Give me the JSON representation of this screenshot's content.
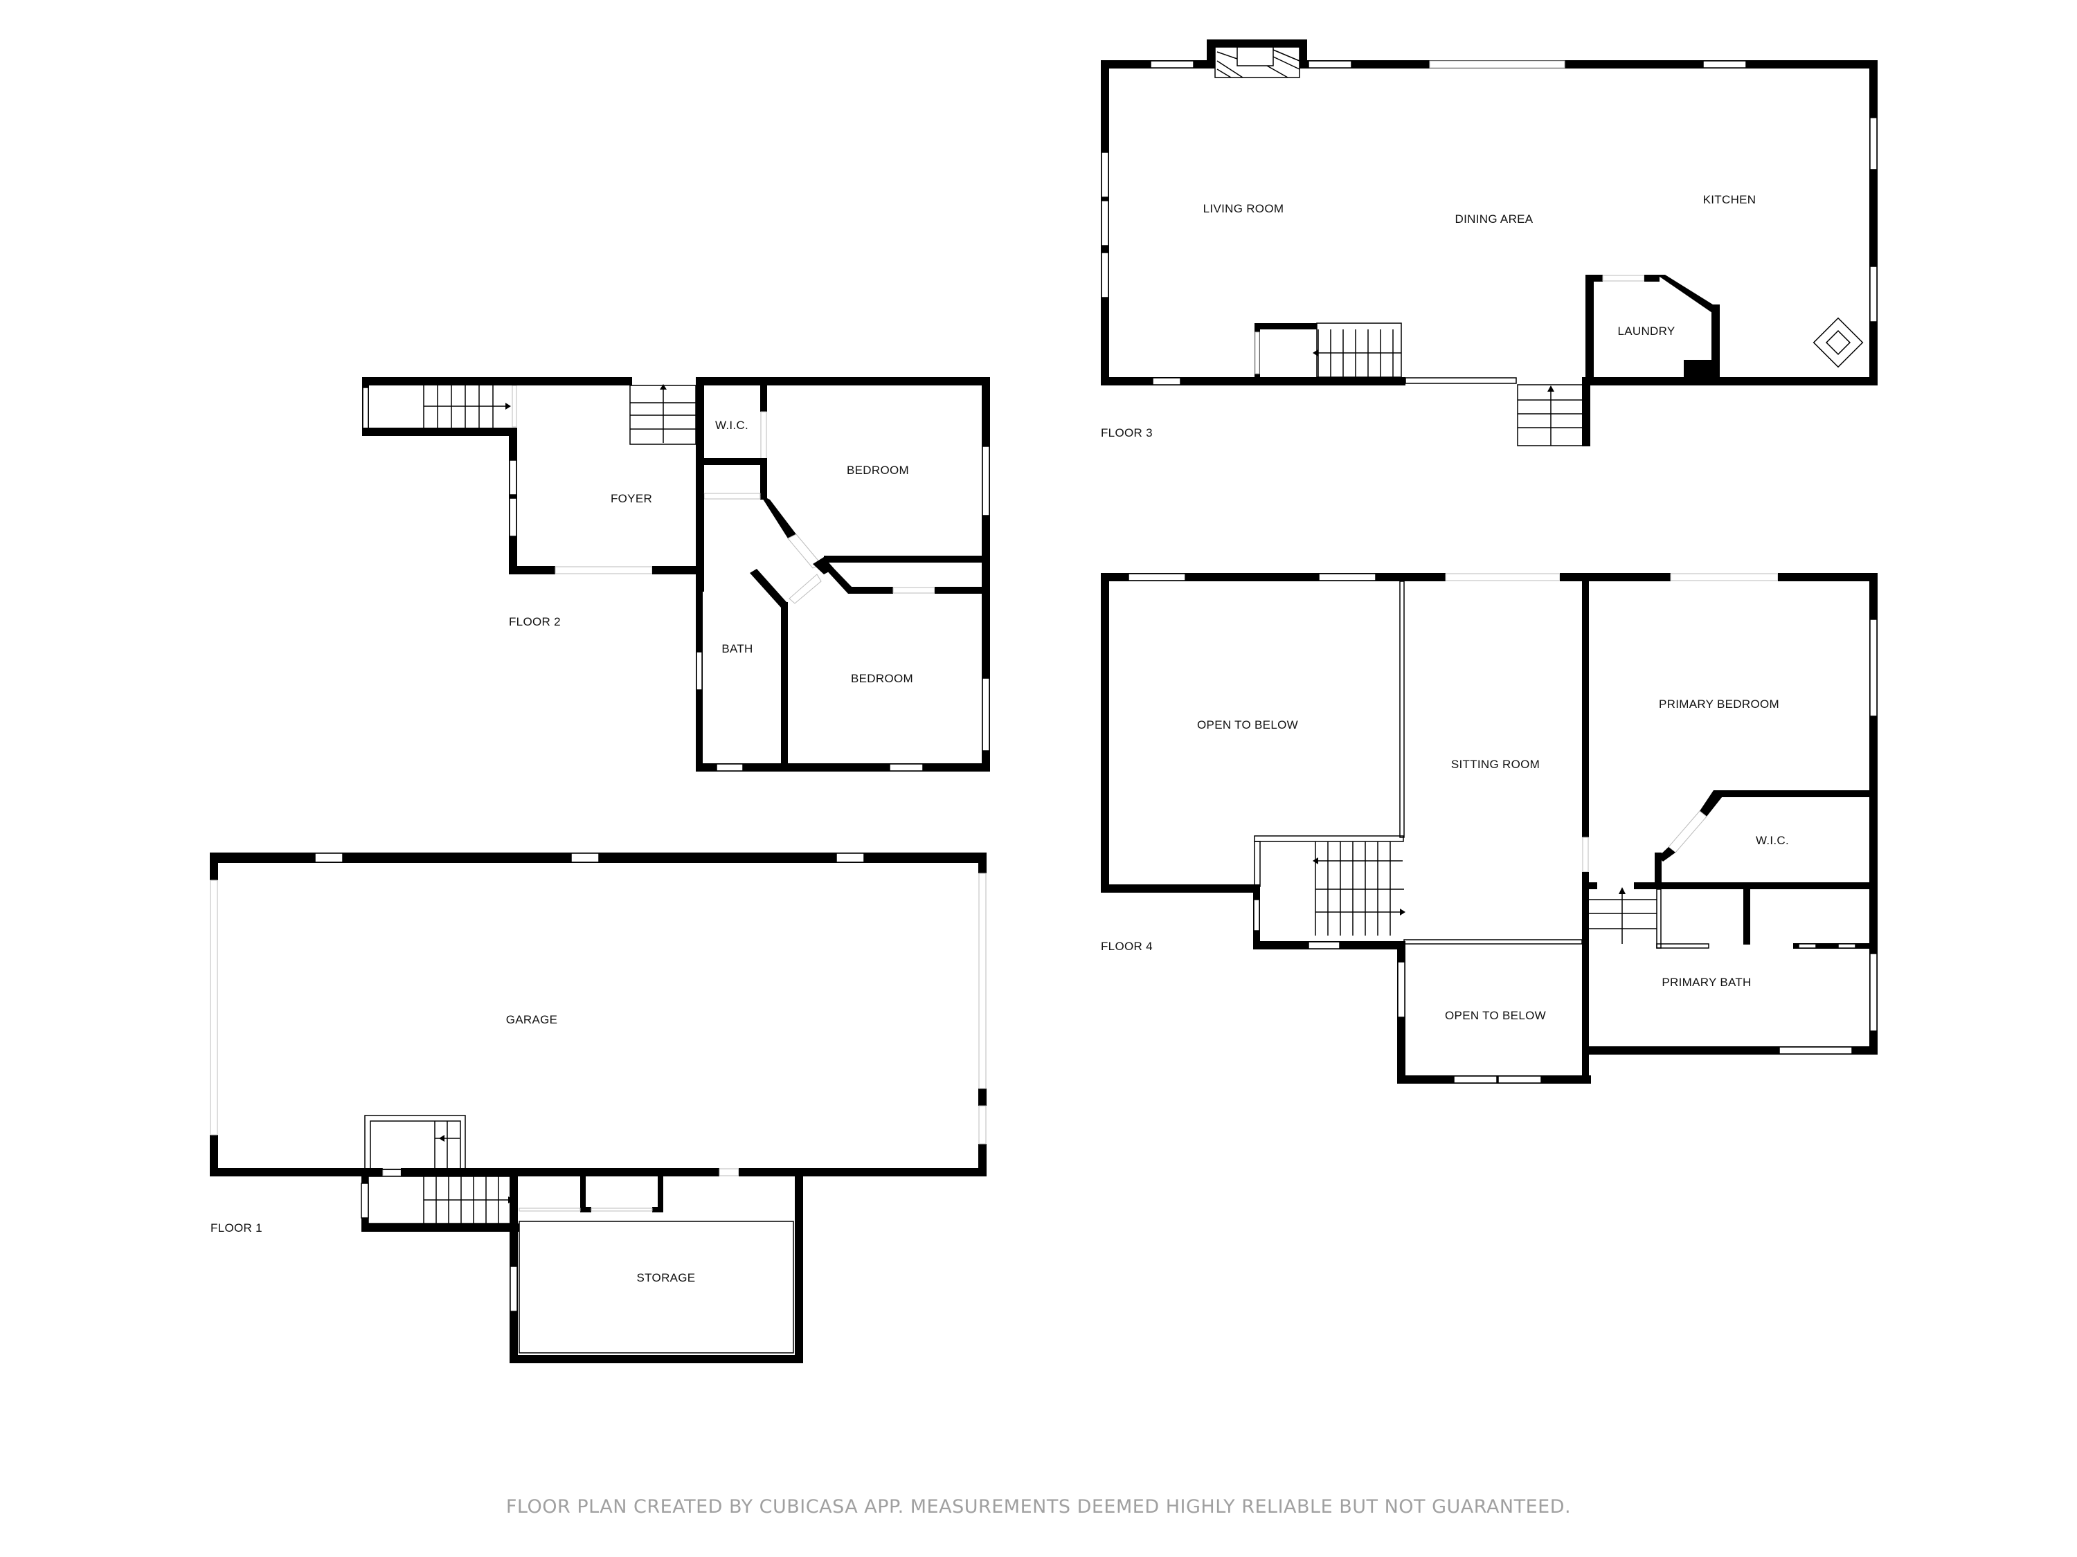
{
  "floors": [
    {
      "id": "floor1",
      "label": "FLOOR 1",
      "rooms": [
        {
          "name": "GARAGE"
        },
        {
          "name": "STORAGE"
        }
      ]
    },
    {
      "id": "floor2",
      "label": "FLOOR 2",
      "rooms": [
        {
          "name": "FOYER"
        },
        {
          "name": "W.I.C."
        },
        {
          "name": "BEDROOM"
        },
        {
          "name": "BATH"
        },
        {
          "name": "BEDROOM"
        }
      ]
    },
    {
      "id": "floor3",
      "label": "FLOOR 3",
      "rooms": [
        {
          "name": "LIVING ROOM"
        },
        {
          "name": "DINING AREA"
        },
        {
          "name": "KITCHEN"
        },
        {
          "name": "LAUNDRY"
        }
      ]
    },
    {
      "id": "floor4",
      "label": "FLOOR 4",
      "rooms": [
        {
          "name": "OPEN TO BELOW"
        },
        {
          "name": "SITTING ROOM"
        },
        {
          "name": "PRIMARY BEDROOM"
        },
        {
          "name": "W.I.C."
        },
        {
          "name": "PRIMARY BATH"
        },
        {
          "name": "OPEN TO BELOW"
        }
      ]
    }
  ],
  "footer": {
    "disclaimer": "FLOOR PLAN CREATED BY CUBICASA APP. MEASUREMENTS DEEMED HIGHLY RELIABLE BUT NOT GUARANTEED."
  },
  "colors": {
    "wall": "#000000",
    "background": "#ffffff",
    "footer_text": "#a0a0a0"
  }
}
